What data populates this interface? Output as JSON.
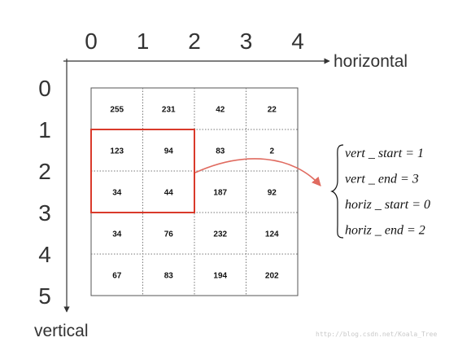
{
  "x_axis": {
    "ticks": [
      "0",
      "1",
      "2",
      "3",
      "4"
    ],
    "label": "horizontal"
  },
  "y_axis": {
    "ticks": [
      "0",
      "1",
      "2",
      "3",
      "4",
      "5"
    ],
    "label": "vertical"
  },
  "grid": [
    [
      "255",
      "231",
      "42",
      "22"
    ],
    [
      "123",
      "94",
      "83",
      "2"
    ],
    [
      "34",
      "44",
      "187",
      "92"
    ],
    [
      "34",
      "76",
      "232",
      "124"
    ],
    [
      "67",
      "83",
      "194",
      "202"
    ]
  ],
  "selection": {
    "vert_start": 1,
    "vert_end": 3,
    "horiz_start": 0,
    "horiz_end": 2,
    "color": "#d93a2b"
  },
  "arrow_color": "#e06b60",
  "equations": [
    "vert _ start = 1",
    "vert _ end = 3",
    "horiz _ start = 0",
    "horiz _ end = 2"
  ],
  "watermark": "http://blog.csdn.net/Koala_Tree"
}
